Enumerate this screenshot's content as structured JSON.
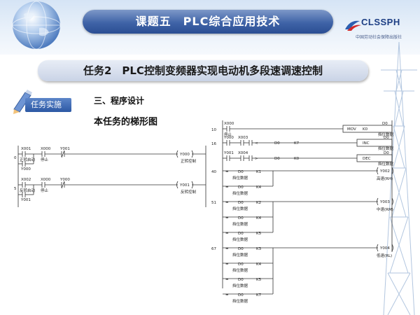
{
  "header": {
    "course_title": "课题五　PLC综合应用技术",
    "logo": {
      "name": "CLSSPH",
      "subtitle": "中国劳动社会保障出版社"
    }
  },
  "task_title": "任务2　PLC控制变频器实现电动机多段速调速控制",
  "section": {
    "badge": "任务实施",
    "heading": "三、程序设计",
    "caption": "本任务的梯形图"
  },
  "ladder_left": {
    "rungs": [
      {
        "step": "0",
        "contacts": [
          "X001",
          "X000",
          "Y001"
        ],
        "contact_labels": [
          "正转启动",
          "停止",
          ""
        ],
        "parallel": "Y000",
        "coil": "Y000",
        "coil_label": "正转控制"
      },
      {
        "step": "5",
        "contacts": [
          "X002",
          "X000",
          "Y000"
        ],
        "contact_labels": [
          "反转启动",
          "停止",
          ""
        ],
        "parallel": "Y001",
        "coil": "Y001",
        "coil_label": "反转控制"
      }
    ]
  },
  "ladder_right": {
    "r10": {
      "step": "10",
      "contact": "X000",
      "contact_label": "停止",
      "op": "MOV",
      "arg1": "K0",
      "arg2": "D0",
      "arg2_label": "挡位数据"
    },
    "r16": {
      "step": "16",
      "c1": "Y000",
      "c2": "X003",
      "cmp": "<",
      "cmp_a": "D0",
      "cmp_b": "K7",
      "op": "INC",
      "arg": "D0",
      "arg_label": "挡位数据"
    },
    "r_dec": {
      "c1": "Y001",
      "c2": "X004",
      "cmp": ">",
      "cmp_a": "D0",
      "cmp_b": "K0",
      "op": "DEC",
      "arg": "D0",
      "arg_label": "挡位数据"
    },
    "r40": {
      "step": "40",
      "coil": "Y002",
      "coil_label": "高速(RH)",
      "lines": [
        {
          "op": "=",
          "a": "D0",
          "b": "K1",
          "a_label": "挡位数据"
        },
        {
          "op": "=",
          "a": "D0",
          "b": "K4",
          "a_label": "挡位数据"
        }
      ]
    },
    "r51": {
      "step": "51",
      "coil": "Y003",
      "coil_label": "中速(RM)",
      "lines": [
        {
          "op": "=",
          "a": "D0",
          "b": "K2",
          "a_label": "挡位数据"
        },
        {
          "op": "=",
          "a": "D0",
          "b": "K4",
          "a_label": "挡位数据"
        },
        {
          "op": "=",
          "a": "D0",
          "b": "K5",
          "a_label": "挡位数据"
        }
      ]
    },
    "r67": {
      "step": "67",
      "coil": "Y004",
      "coil_label": "低速(RL)",
      "lines": [
        {
          "op": "=",
          "a": "D0",
          "b": "K3",
          "a_label": "挡位数据"
        },
        {
          "op": "=",
          "a": "D0",
          "b": "K4",
          "a_label": "挡位数据"
        },
        {
          "op": "=",
          "a": "D0",
          "b": "K5",
          "a_label": "挡位数据"
        },
        {
          "op": "=",
          "a": "D0",
          "b": "K7",
          "a_label": "挡位数据"
        }
      ]
    }
  }
}
